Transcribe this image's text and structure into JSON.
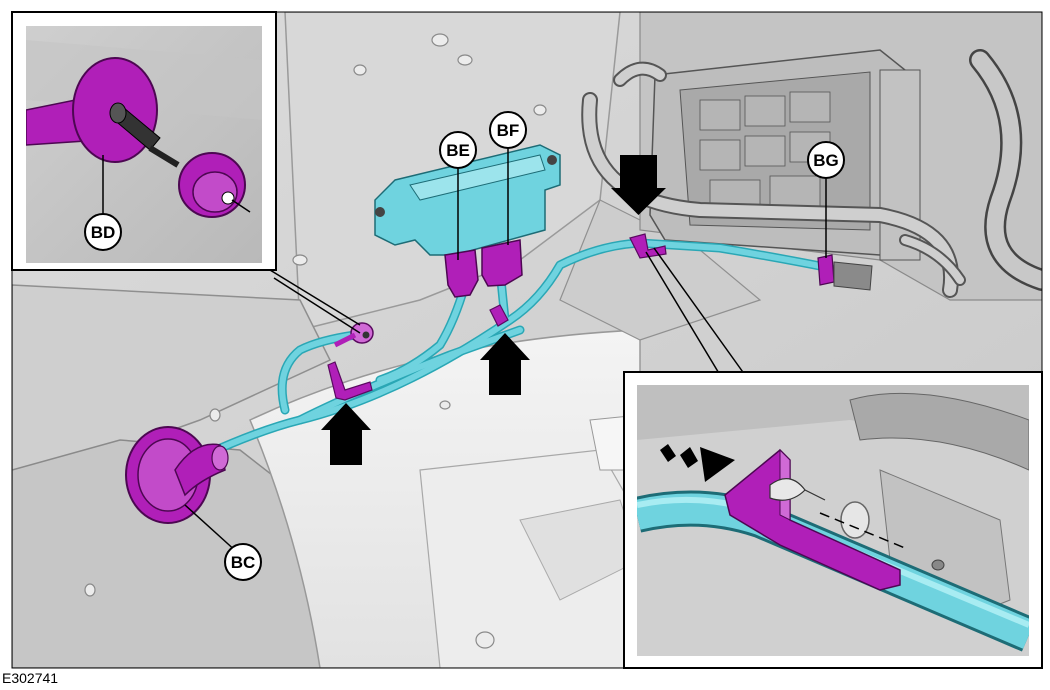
{
  "figure": {
    "id": "E302741",
    "callouts": {
      "bc": "BC",
      "bd": "BD",
      "be": "BE",
      "bf": "BF",
      "bg": "BG"
    }
  },
  "colors": {
    "harness": "#6fd3df",
    "harness_dark": "#2aa7b5",
    "clip": "#b01fb8",
    "clip_dark": "#7a0f80",
    "module": "#6fd3df",
    "background": "#d4d4d4",
    "arrow": "#000000"
  }
}
